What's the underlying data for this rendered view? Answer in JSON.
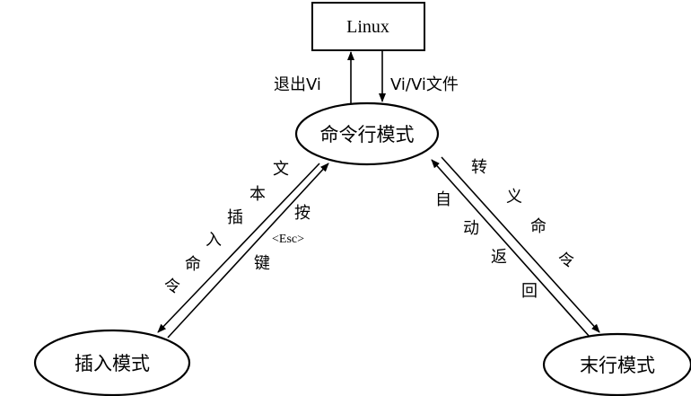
{
  "nodes": {
    "linux": "Linux",
    "command_mode": "命令行模式",
    "insert_mode": "插入模式",
    "lastline_mode": "末行模式"
  },
  "edges": {
    "exit_vi": "退出Vi",
    "open_vi": "Vi/Vi文件",
    "insert_text_command": [
      "文",
      "本",
      "插",
      "入",
      "命",
      "令"
    ],
    "press_key": "按",
    "esc_key": "<Esc>",
    "key": "键",
    "escape_command": [
      "转",
      "义",
      "命",
      "令"
    ],
    "auto_return": [
      "自",
      "动",
      "返",
      "回"
    ]
  }
}
